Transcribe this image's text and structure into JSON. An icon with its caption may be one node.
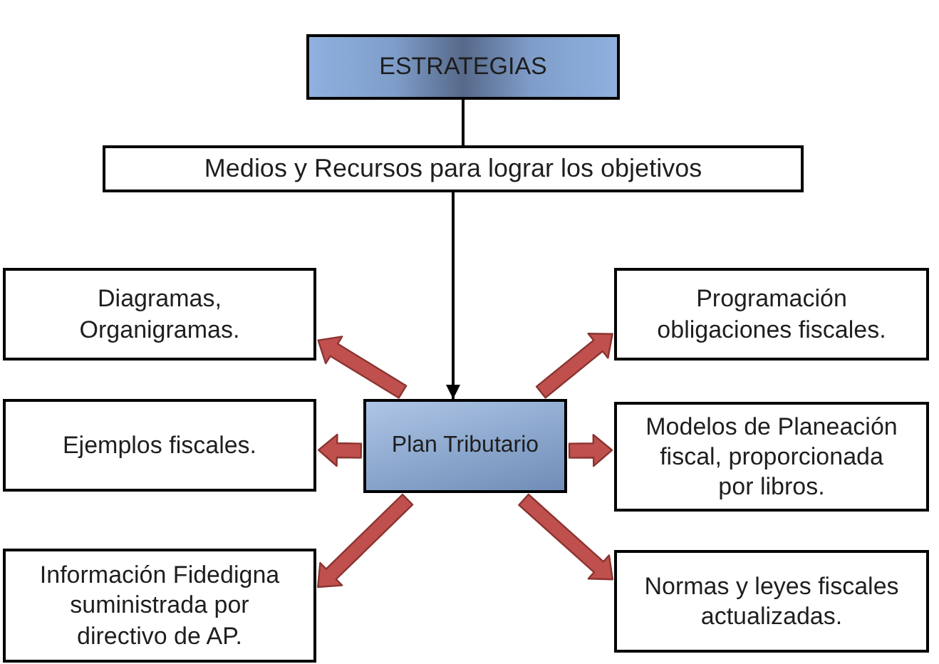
{
  "diagram": {
    "nodes": [
      {
        "text": [
          "ESTRATEGIAS"
        ]
      },
      {
        "text": [
          "Medios y Recursos para lograr los objetivos"
        ]
      },
      {
        "text": [
          "Diagramas, Organigramas."
        ]
      },
      {
        "text": [
          "Programación obligaciones fiscales."
        ]
      },
      {
        "text": [
          "Ejemplos fiscales."
        ]
      },
      {
        "text": [
          "Plan Tributario"
        ]
      },
      {
        "text": [
          "Modelos de Planeación fiscal, proporcionada por libros."
        ]
      },
      {
        "text": [
          "Información Fidedigna suministrada por directivo de AP."
        ]
      },
      {
        "text": [
          "Normas y leyes fiscales actualizadas."
        ]
      }
    ],
    "edges": [
      {
        "from": 0,
        "to": 1,
        "arrow": "none",
        "color": "#000000"
      },
      {
        "from": 1,
        "to": 5,
        "arrow": "to",
        "color": "#000000"
      },
      {
        "from": 5,
        "to": 2,
        "arrow": "to",
        "style": "thick"
      },
      {
        "from": 5,
        "to": 3,
        "arrow": "to",
        "style": "thick"
      },
      {
        "from": 5,
        "to": 4,
        "arrow": "to",
        "style": "thick"
      },
      {
        "from": 5,
        "to": 6,
        "arrow": "to",
        "style": "thick"
      },
      {
        "from": 5,
        "to": 7,
        "arrow": "to",
        "style": "thick"
      },
      {
        "from": 5,
        "to": 8,
        "arrow": "to",
        "style": "thick"
      }
    ]
  }
}
